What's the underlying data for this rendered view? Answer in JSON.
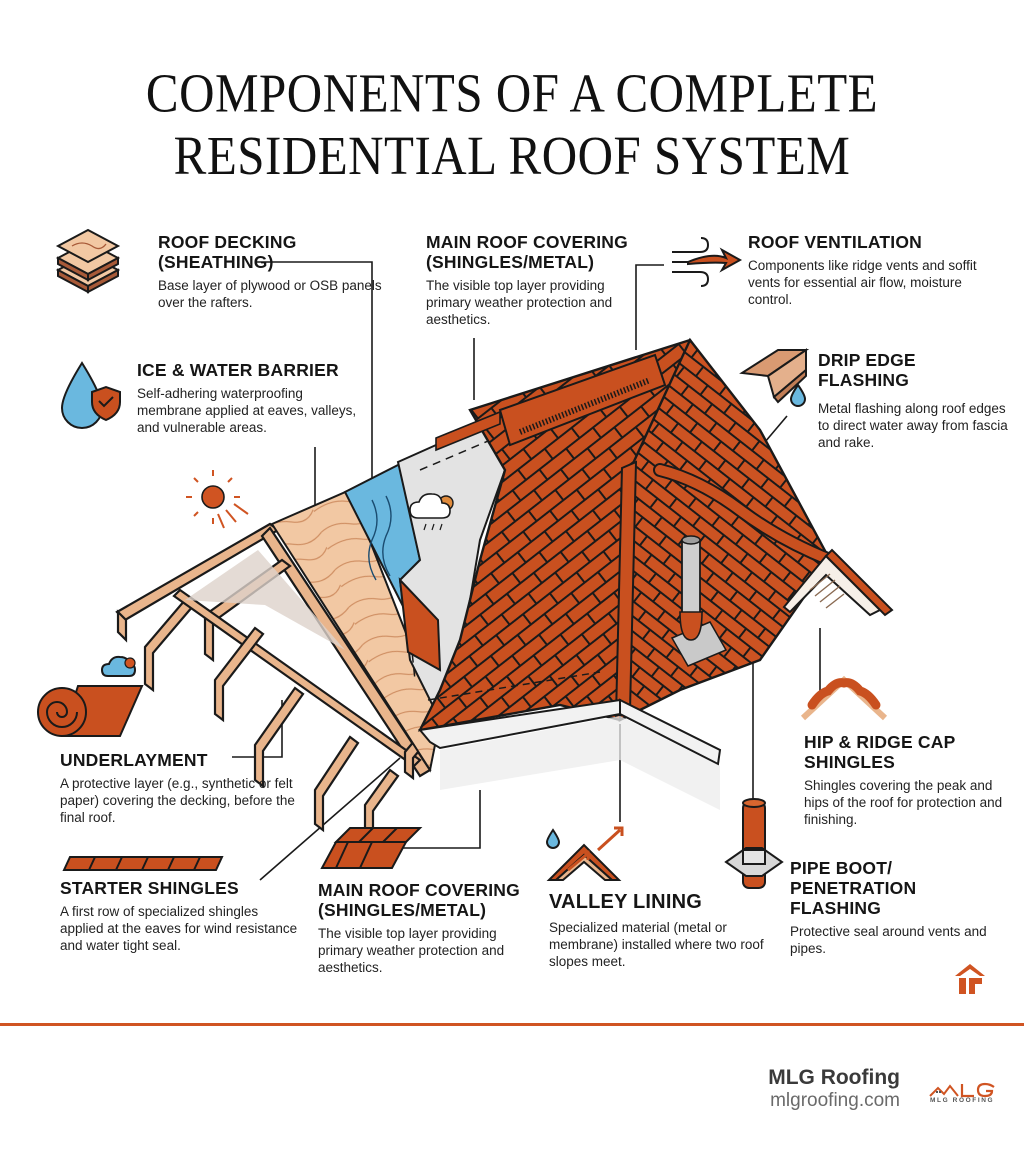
{
  "title": {
    "line1": "COMPONENTS OF A COMPLETE",
    "line2": "RESIDENTIAL ROOF SYSTEM"
  },
  "components": {
    "roof_decking": {
      "heading_line1": "ROOF DECKING",
      "heading_line2": "(SHEATHING)",
      "description": "Base layer of plywood or OSB panels over the rafters.",
      "icon": "stacked-plywood-icon"
    },
    "ice_water_barrier": {
      "heading": "ICE & WATER BARRIER",
      "description": "Self-adhering waterproofing membrane applied at eaves, valleys, and vulnerable areas.",
      "icon": "water-drop-shield-icon"
    },
    "main_roof_covering_top": {
      "heading_line1": "MAIN ROOF COVERING",
      "heading_line2": "(SHINGLES/METAL)",
      "description": "The visible top layer providing primary weather protection and aesthetics."
    },
    "roof_ventilation": {
      "heading": "ROOF VENTILATION",
      "description": "Components like ridge vents and soffit vents for essential air flow, moisture control.",
      "icon": "airflow-arrow-icon"
    },
    "drip_edge_flashing": {
      "heading_line1": "DRIP EDGE",
      "heading_line2": "FLASHING",
      "description": "Metal flashing along roof edges to direct water away from fascia and rake.",
      "icon": "drip-edge-icon"
    },
    "underlayment": {
      "heading": "UNDERLAYMENT",
      "description": "A protective layer (e.g., synthetic or felt paper) covering the decking, before the final roof.",
      "icon": "underlayment-roll-icon"
    },
    "starter_shingles": {
      "heading": "STARTER SHINGLES",
      "description": "A first row of specialized shingles applied at the eaves for wind resistance and water tight seal.",
      "icon": "starter-strip-icon"
    },
    "main_roof_covering_bottom": {
      "heading_line1": "MAIN ROOF COVERING",
      "heading_line2": "(SHINGLES/METAL)",
      "description": "The visible top layer providing primary weather protection and aesthetics.",
      "icon": "shingle-tiles-icon"
    },
    "valley_lining": {
      "heading": "VALLEY LINING",
      "description": "Specialized material (metal or membrane) installed where two roof slopes meet.",
      "icon": "valley-arrows-icon"
    },
    "hip_ridge_cap": {
      "heading_line1": "HIP & RIDGE CAP",
      "heading_line2": "SHINGLES",
      "description": "Shingles covering the peak and hips of the roof for protection and finishing.",
      "icon": "ridge-cap-icon"
    },
    "pipe_boot": {
      "heading_line1": "PIPE BOOT/",
      "heading_line2": "PENETRATION",
      "heading_line3": "FLASHING",
      "description": "Protective seal around vents and pipes.",
      "icon": "pipe-boot-icon"
    }
  },
  "footer": {
    "brand_name": "MLG Roofing",
    "website": "mlgroofing.com",
    "logo_text": "MLG",
    "logo_subtext": "MLG ROOFING"
  },
  "colors": {
    "accent": "#d05422",
    "shingle": "#c9501f",
    "wood": "#e9b58c",
    "membrane": "#6ab8df",
    "underlayment": "#e3e3e3",
    "text": "#151515"
  }
}
